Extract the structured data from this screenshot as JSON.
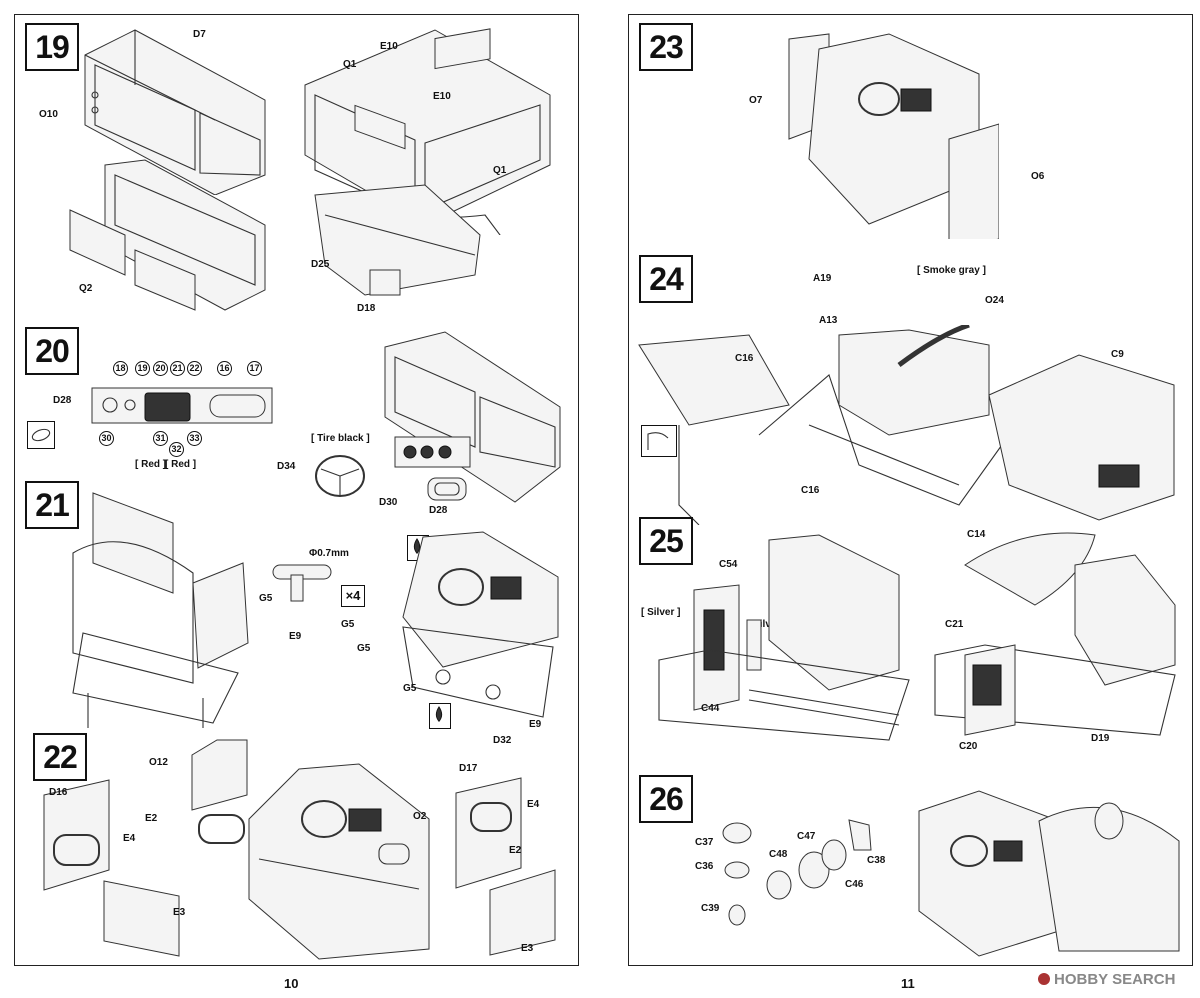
{
  "pages": [
    {
      "number": "10"
    },
    {
      "number": "11"
    }
  ],
  "steps": {
    "s19": {
      "num": "19",
      "labels": [
        "D7",
        "O10",
        "E10",
        "Q1",
        "E10",
        "Q1",
        "Q2",
        "D25",
        "D18"
      ]
    },
    "s20": {
      "num": "20",
      "labels": [
        "D28",
        "D34",
        "D30",
        "D28"
      ],
      "circles": [
        "18",
        "19",
        "20",
        "21",
        "22",
        "16",
        "17",
        "30",
        "31",
        "32",
        "33"
      ],
      "notes": [
        "[ Red ]",
        "[ Red ]",
        "[ Tire black ]"
      ]
    },
    "s21": {
      "num": "21",
      "labels": [
        "G5",
        "E9",
        "G5",
        "G5",
        "G5",
        "E9",
        "D32"
      ],
      "notes": [
        "Φ0.7mm",
        "×4"
      ]
    },
    "s22": {
      "num": "22",
      "labels": [
        "O12",
        "D16",
        "E2",
        "E4",
        "E3",
        "O2",
        "D17",
        "E4",
        "E2",
        "E3"
      ]
    },
    "s23": {
      "num": "23",
      "labels": [
        "O7",
        "O6"
      ]
    },
    "s24": {
      "num": "24",
      "labels": [
        "A19",
        "A13",
        "O24",
        "C16",
        "C16",
        "C9"
      ],
      "notes": [
        "[ Smoke gray ]"
      ]
    },
    "s25": {
      "num": "25",
      "labels": [
        "C54",
        "C44",
        "C14",
        "C21",
        "C20",
        "D19"
      ],
      "notes": [
        "[ Silver ]",
        "[ Silver ]"
      ]
    },
    "s26": {
      "num": "26",
      "labels": [
        "C37",
        "C36",
        "C48",
        "C47",
        "C38",
        "C46",
        "C39"
      ]
    }
  },
  "watermark": {
    "text": "HOBBY SEARCH"
  }
}
